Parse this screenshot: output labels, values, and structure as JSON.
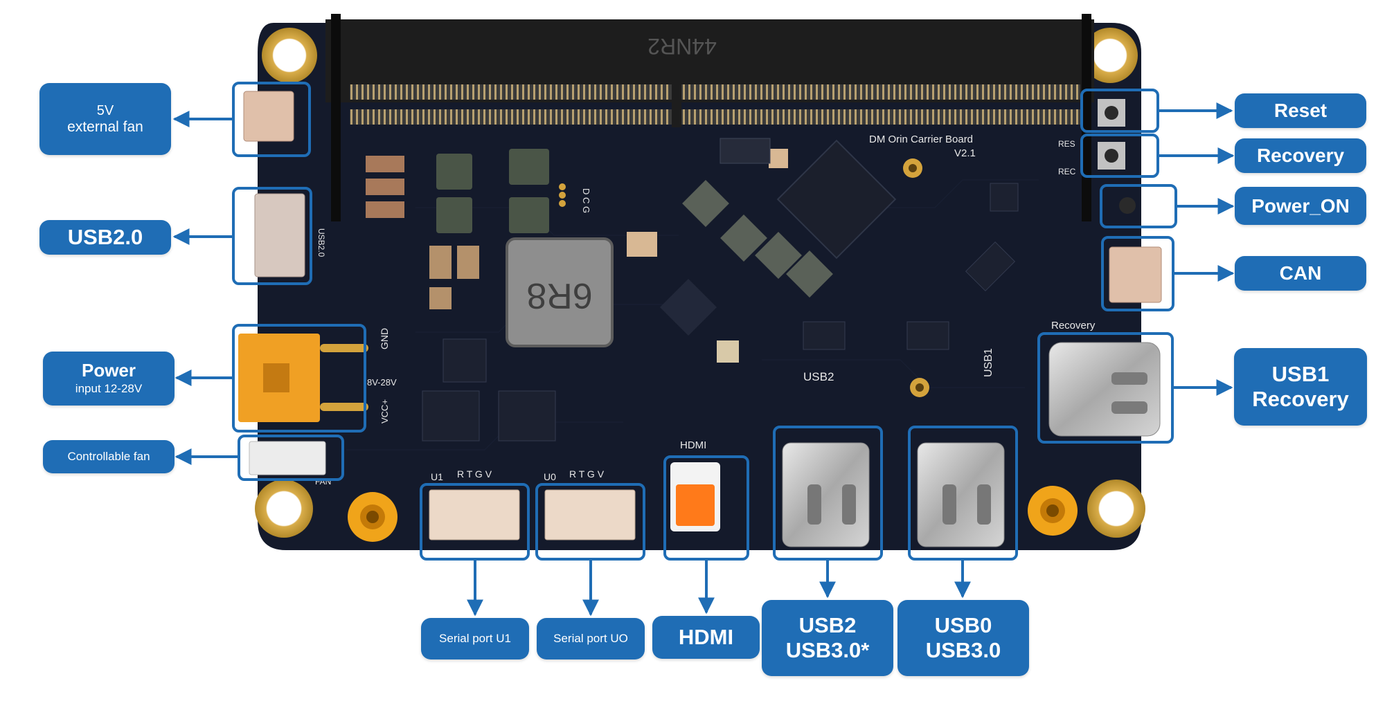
{
  "board": {
    "title": "DM Orin Carrier Board",
    "version": "V2.1",
    "connector_marking": "44NR2",
    "inductor_marking": "6R8",
    "silkscreen": {
      "usb2": "USB2",
      "usb1": "USB1",
      "hdmi": "HDMI",
      "recovery": "Recovery",
      "u1": "U1",
      "u0": "U0",
      "rtgv1": "R T G V",
      "rtgv0": "R T G V",
      "dcg": "D C G",
      "gnd": "GND",
      "vin": "8V-28V",
      "vcc": "VCC+",
      "fan": "FAN",
      "res": "RES",
      "rec": "REC",
      "usb20": "USB2.0"
    }
  },
  "labels": {
    "fan5v": {
      "line1": "5V",
      "line2": "external fan"
    },
    "usb20": {
      "line1": "USB2.0"
    },
    "power": {
      "line1": "Power",
      "line2": "input 12-28V"
    },
    "ctrl_fan": {
      "line1": "Controllable fan"
    },
    "reset": {
      "line1": "Reset"
    },
    "recovery": {
      "line1": "Recovery"
    },
    "power_on": {
      "line1": "Power_ON"
    },
    "can": {
      "line1": "CAN"
    },
    "usb1": {
      "line1": "USB1",
      "line2": "Recovery"
    },
    "serial_u1": {
      "line1": "Serial port U1"
    },
    "serial_u0": {
      "line1": "Serial port UO"
    },
    "hdmi": {
      "line1": "HDMI"
    },
    "usb2": {
      "line1": "USB2",
      "line2": "USB3.0*"
    },
    "usb0": {
      "line1": "USB0",
      "line2": "USB3.0"
    }
  },
  "colors": {
    "label_bg": "#1f6db5",
    "label_text": "#ffffff",
    "callout": "#1f6db5",
    "pcb": "#141a2b",
    "gold": "#d4a33c",
    "xt_orange": "#f0a024",
    "hdmi_orange": "#ff7a1a"
  }
}
